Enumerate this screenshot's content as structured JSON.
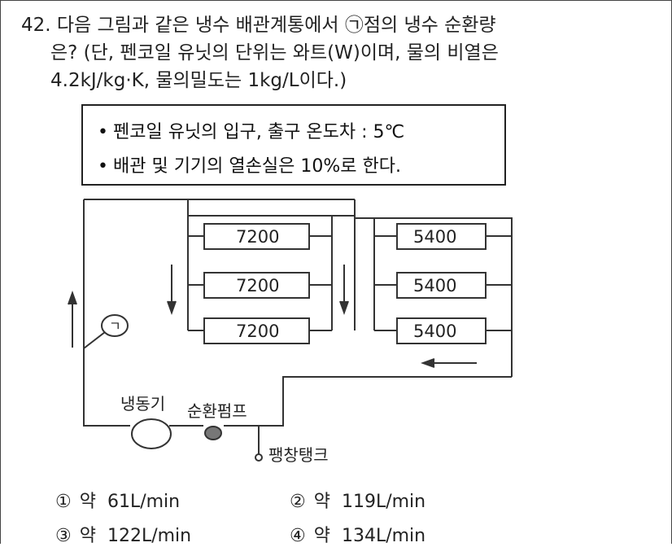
{
  "question": {
    "number": "42.",
    "line1": "다음 그림과 같은 냉수 배관계통에서 ㉠점의 냉수 순환량",
    "line2": "은? (단, 펜코일 유닛의 단위는 와트(W)이며, 물의 비열은",
    "line3": "4.2kJ/kg·K, 물의밀도는 1kg/L이다.)"
  },
  "conditions": {
    "bullet": "•",
    "item1": "펜코일 유닛의 입구, 출구 온도차 : 5℃",
    "item2": "배관 및 기기의 열손실은 10%로 한다."
  },
  "diagram": {
    "units_left": [
      "7200",
      "7200",
      "7200"
    ],
    "units_right": [
      "5400",
      "5400",
      "5400"
    ],
    "point_label": "ㄱ",
    "chiller_label": "냉동기",
    "pump_label": "순환펌프",
    "tank_label": "팽창탱크"
  },
  "options": [
    {
      "num": "①",
      "text": "약  61L/min"
    },
    {
      "num": "②",
      "text": "약  119L/min"
    },
    {
      "num": "③",
      "text": "약  122L/min"
    },
    {
      "num": "④",
      "text": "약  134L/min"
    }
  ]
}
